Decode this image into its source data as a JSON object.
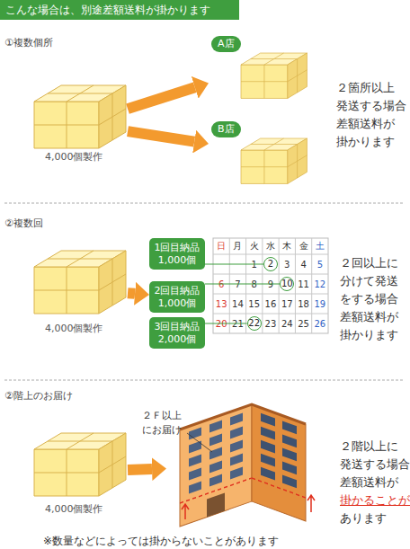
{
  "diagram": {
    "title": "こんな場合は、別途差額送料が掛かります",
    "nodes": [
      {
        "text": [
          "4,000個製作"
        ]
      },
      {
        "text": [
          "A店"
        ]
      },
      {
        "text": [
          "B店"
        ]
      },
      {
        "text": [
          "4,000個製作"
        ]
      },
      {
        "text": [
          "1回目納品 1,000個"
        ]
      },
      {
        "text": [
          "2回目納品 1,000個"
        ]
      },
      {
        "text": [
          "3回目納品 2,000個"
        ]
      },
      {
        "text": [
          "2"
        ]
      },
      {
        "text": [
          "10"
        ]
      },
      {
        "text": [
          "22"
        ]
      },
      {
        "text": [
          "4,000個製作"
        ]
      },
      {
        "text": [
          "２Ｆ以上 にお届け"
        ]
      }
    ],
    "edges": [
      {
        "from": 0,
        "to": 1,
        "arrow": "to"
      },
      {
        "from": 0,
        "to": 2,
        "arrow": "to"
      },
      {
        "from": 3,
        "to": 5,
        "arrow": "to"
      },
      {
        "from": 4,
        "to": 7,
        "arrow": "none"
      },
      {
        "from": 5,
        "to": 8,
        "arrow": "none"
      },
      {
        "from": 6,
        "to": 9,
        "arrow": "none"
      },
      {
        "from": 10,
        "to": 11,
        "arrow": "to"
      }
    ],
    "labels": [
      "①複数個所",
      "２箇所以上 発送する場合 差額送料が 掛かります",
      "②複数回",
      "日",
      "月",
      "火",
      "水",
      "木",
      "金",
      "土",
      "1",
      "3",
      "4",
      "5",
      "6",
      "7",
      "8",
      "9",
      "11",
      "12",
      "13",
      "14",
      "15",
      "16",
      "17",
      "18",
      "19",
      "20",
      "21",
      "23",
      "24",
      "25",
      "26",
      "２回以上に 分けて発送 をする場合 差額送料が 掛かります",
      "②階上のお届け",
      "２階以上に 発送する場合 差額送料が",
      "掛かることが",
      "あります",
      "※数量などによっては掛からないことがあります"
    ]
  }
}
